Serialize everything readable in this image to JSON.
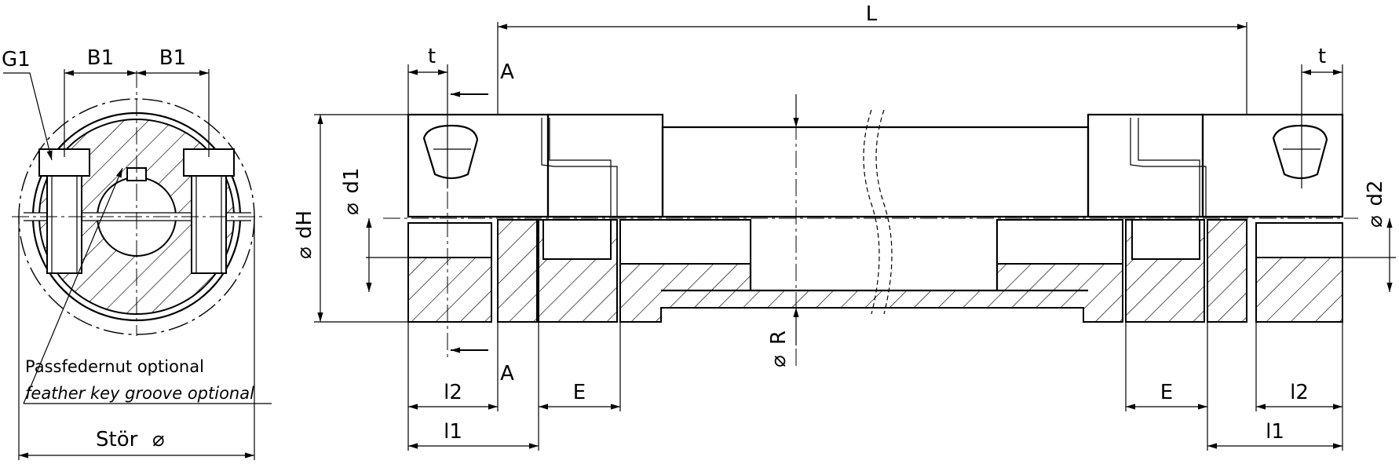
{
  "labels": {
    "L": "L",
    "t_left": "t",
    "t_right": "t",
    "A_top": "A",
    "A_bottom": "A",
    "G1": "G1",
    "B1_left": "B1",
    "B1_right": "B1",
    "dH": "dH",
    "d1": "d1",
    "d2": "d2",
    "R": "R",
    "l2_left": "l2",
    "l2_right": "l2",
    "E_left": "E",
    "E_right": "E",
    "l1_left": "l1",
    "l1_right": "l1",
    "stoer": "Stör",
    "diameter_symbol": "⌀"
  },
  "notes": {
    "keygroove_de": "Passfedernut optional",
    "keygroove_en": "feather key groove optional"
  }
}
